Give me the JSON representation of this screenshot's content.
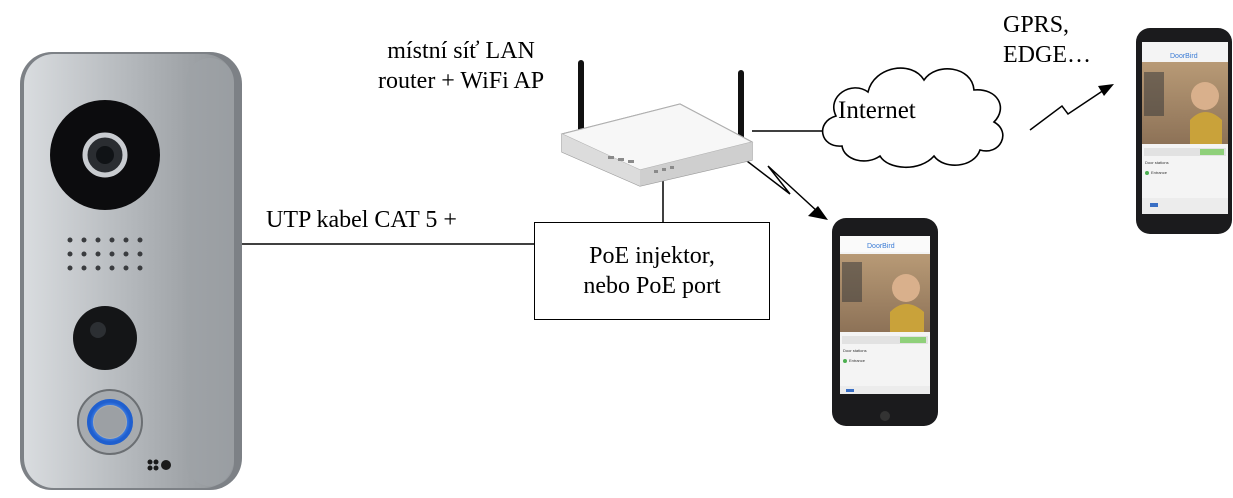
{
  "labels": {
    "lan_line1": "místní síť LAN",
    "lan_line2": "router + WiFi AP",
    "gprs_line1": "GPRS,",
    "gprs_line2": "EDGE…",
    "internet": "Internet",
    "utp": "UTP kabel CAT 5 +",
    "poe_line1": "PoE injektor,",
    "poe_line2": "nebo PoE port"
  },
  "phone_app": {
    "brand": "DoorBird",
    "list_header": "Door stations",
    "list_item": "Entrance"
  },
  "colors": {
    "doorbell_body": "#b9bcc0",
    "ring_light": "#4a8fe8",
    "router_body": "#f2f2f2"
  }
}
